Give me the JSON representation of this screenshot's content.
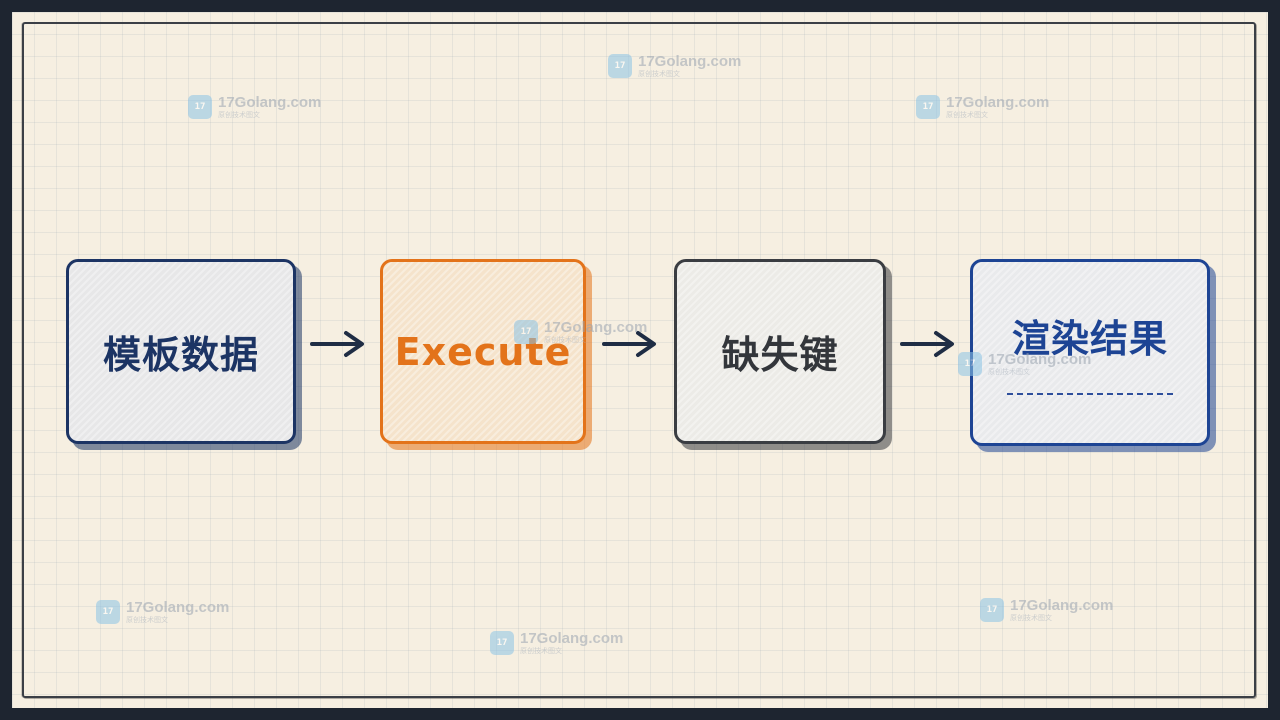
{
  "flow": {
    "steps": [
      {
        "label": "模板数据"
      },
      {
        "label": "Execute"
      },
      {
        "label": "缺失键"
      },
      {
        "label": "渲染结果"
      }
    ]
  },
  "watermark": {
    "domain": "17Golang.com",
    "subtitle": "原创技术图文",
    "icon": "17golang-logo-icon"
  },
  "colors": {
    "navy": "#1c3464",
    "orange": "#e3731a",
    "charcoal": "#3a3d42",
    "blue": "#1d4494",
    "paper": "#f6efe1"
  }
}
